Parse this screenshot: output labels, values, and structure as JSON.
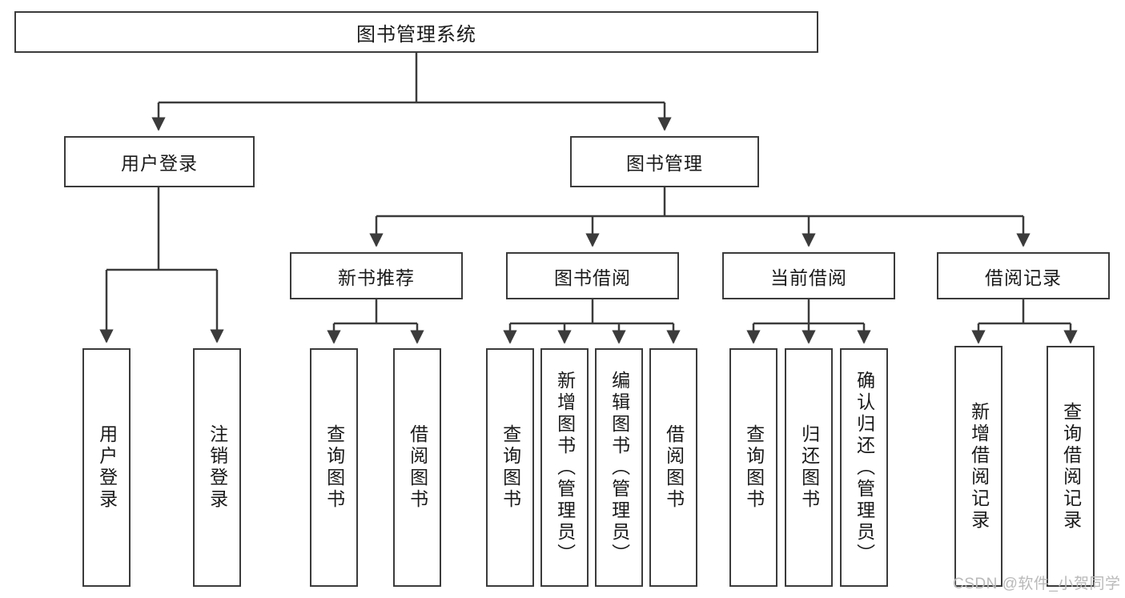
{
  "diagram": {
    "title": "图书管理系统",
    "type": "tree-hierarchy-chart",
    "orientation": "top-down",
    "colors": {
      "box_border": "#3b3b3b",
      "box_fill": "#ffffff",
      "edge": "#3b3b3b",
      "text": "#1a1a1a",
      "watermark": "#b9b9b9",
      "background": "#ffffff"
    }
  },
  "root": {
    "label": "图书管理系统"
  },
  "level2": [
    {
      "id": "user-login",
      "label": "用户登录"
    },
    {
      "id": "book-management",
      "label": "图书管理"
    }
  ],
  "level3": [
    {
      "id": "new-book-recommend",
      "label": "新书推荐"
    },
    {
      "id": "book-borrow",
      "label": "图书借阅"
    },
    {
      "id": "current-borrow",
      "label": "当前借阅"
    },
    {
      "id": "borrow-record",
      "label": "借阅记录"
    }
  ],
  "leaves": {
    "user_login": [
      {
        "id": "leaf-user-login",
        "label": "用户登录"
      },
      {
        "id": "leaf-logout-login",
        "label": "注销登录"
      }
    ],
    "new_book_recommend": [
      {
        "id": "leaf-query-book-1",
        "label": "查询图书"
      },
      {
        "id": "leaf-borrow-book-1",
        "label": "借阅图书"
      }
    ],
    "book_borrow": [
      {
        "id": "leaf-query-book-2",
        "label": "查询图书"
      },
      {
        "id": "leaf-add-book",
        "label": "新增图书（管理员）"
      },
      {
        "id": "leaf-edit-book",
        "label": "编辑图书（管理员）"
      },
      {
        "id": "leaf-borrow-book-2",
        "label": "借阅图书"
      }
    ],
    "current_borrow": [
      {
        "id": "leaf-query-book-3",
        "label": "查询图书"
      },
      {
        "id": "leaf-return-book",
        "label": "归还图书"
      },
      {
        "id": "leaf-confirm-return",
        "label": "确认归还（管理员）"
      }
    ],
    "borrow_record": [
      {
        "id": "leaf-add-record",
        "label": "新增借阅记录"
      },
      {
        "id": "leaf-query-record",
        "label": "查询借阅记录"
      }
    ]
  },
  "watermark": {
    "text": "CSDN @软件_小贺同学"
  }
}
